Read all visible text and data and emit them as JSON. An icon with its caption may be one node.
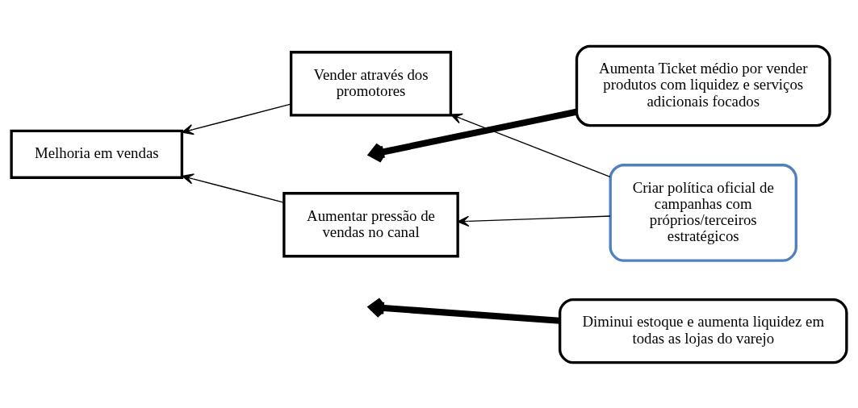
{
  "diagram": {
    "nodes": [
      {
        "text": [
          "Melhoria em vendas"
        ]
      },
      {
        "text": [
          "Vender através dos promotores"
        ]
      },
      {
        "text": [
          "Aumentar pressão de vendas no canal"
        ]
      },
      {
        "text": [
          "Criar política oficial de campanhas com próprios/terceiros estratégicos"
        ]
      },
      {
        "text": [
          "Aumenta Ticket médio por vender produtos com liquidez e serviços adicionais focados"
        ]
      },
      {
        "text": [
          "Diminui estoque e aumenta liquidez em todas as lojas do varejo"
        ]
      }
    ],
    "edges": [
      {
        "from": 1,
        "to": 0,
        "arrow": "to"
      },
      {
        "from": 2,
        "to": 0,
        "arrow": "to"
      },
      {
        "from": 3,
        "to": 1,
        "arrow": "to"
      },
      {
        "from": 3,
        "to": 2,
        "arrow": "to"
      },
      {
        "from": 4,
        "to": null,
        "arrow": "to",
        "style": "thick"
      },
      {
        "from": 5,
        "to": null,
        "arrow": "to",
        "style": "thick"
      }
    ]
  }
}
